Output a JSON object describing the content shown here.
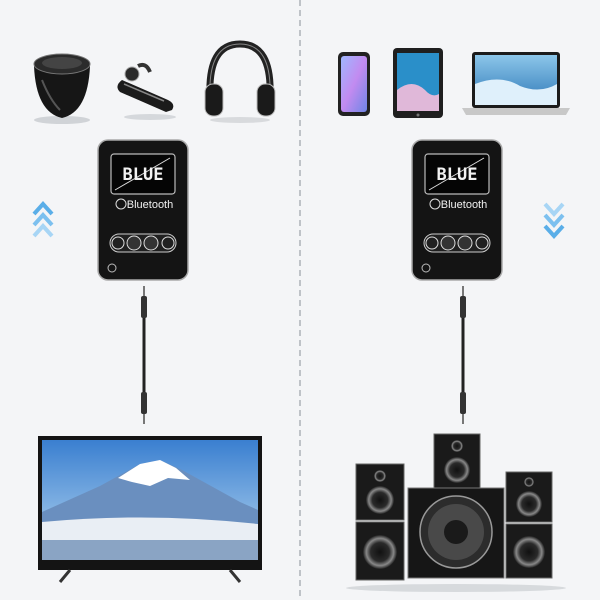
{
  "left": {
    "device_screen_text": "BLUE",
    "device_brand_label": "Bluetooth",
    "arrow_direction": "up",
    "arrow_color": "#5aaee8"
  },
  "right": {
    "device_screen_text": "BLUE",
    "device_brand_label": "Bluetooth",
    "arrow_direction": "down",
    "arrow_color": "#5aaee8"
  },
  "icons": {
    "left_sources": [
      "speaker-icon",
      "bluetooth-headset-icon",
      "headphones-icon"
    ],
    "right_sources": [
      "smartphone-icon",
      "tablet-icon",
      "laptop-icon"
    ],
    "left_output": "tv-icon",
    "right_output": "speaker-system-icon"
  }
}
